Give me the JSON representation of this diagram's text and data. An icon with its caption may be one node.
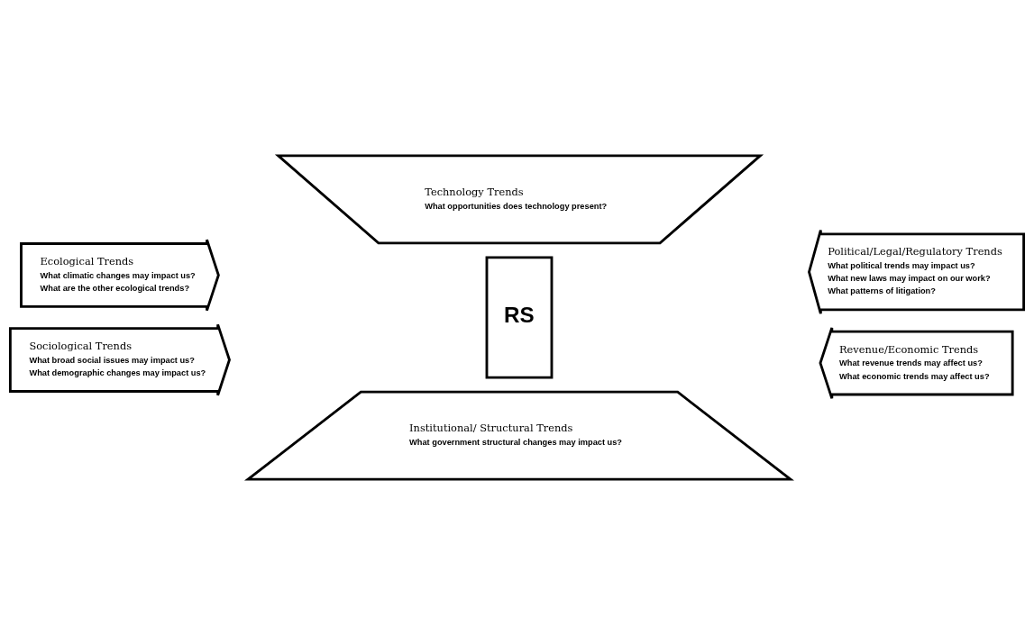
{
  "diagram": {
    "nodes": [
      {
        "text": [
          "Technology Trends",
          "What opportunities does technology present?"
        ]
      },
      {
        "text": [
          "Ecological Trends",
          "What climatic changes may impact us?",
          "What are the other ecological trends?"
        ]
      },
      {
        "text": [
          "Political/Legal/Regulatory Trends",
          "What political trends may impact us?",
          "What new laws may impact on our work?",
          "What patterns of litigation?"
        ]
      },
      {
        "text": [
          "RS"
        ]
      },
      {
        "text": [
          "Sociological Trends",
          "What broad social issues may impact us?",
          "What demographic changes may impact us?"
        ]
      },
      {
        "text": [
          "Revenue/Economic Trends",
          "What revenue trends may affect us?",
          "What economic trends may affect us?"
        ]
      },
      {
        "text": [
          "Institutional/ Structural Trends",
          "What government structural changes may impact us?"
        ]
      }
    ]
  }
}
